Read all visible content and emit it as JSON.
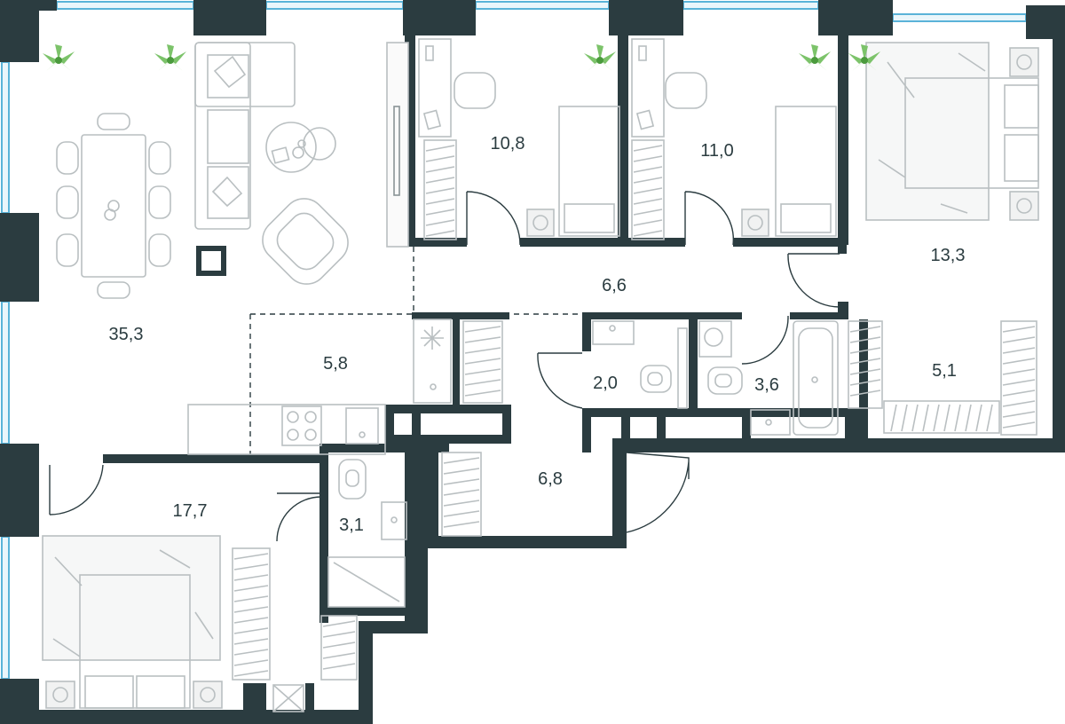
{
  "plan": {
    "colors": {
      "wall": "#2b3c40",
      "furniture": "#b9bfc1",
      "window": "#5ab3d8",
      "plant": "#7cc36a"
    },
    "rooms": [
      {
        "id": "living",
        "area": "35,3"
      },
      {
        "id": "bedroom-a",
        "area": "10,8"
      },
      {
        "id": "bedroom-b",
        "area": "11,0"
      },
      {
        "id": "master-bedroom",
        "area": "13,3"
      },
      {
        "id": "hallway",
        "area": "6,6"
      },
      {
        "id": "kitchen",
        "area": "5,8"
      },
      {
        "id": "wc-small",
        "area": "2,0"
      },
      {
        "id": "bathroom",
        "area": "3,6"
      },
      {
        "id": "wardrobe",
        "area": "5,1"
      },
      {
        "id": "bedroom-main",
        "area": "17,7"
      },
      {
        "id": "bathroom-en-suite",
        "area": "3,1"
      },
      {
        "id": "entrance",
        "area": "6,8"
      }
    ],
    "icons": [
      "plant-icon",
      "door-swing-icon",
      "bed-icon",
      "sofa-icon",
      "table-icon",
      "toilet-icon",
      "sink-icon",
      "bathtub-icon",
      "stove-icon",
      "wardrobe-icon",
      "shower-icon"
    ]
  }
}
